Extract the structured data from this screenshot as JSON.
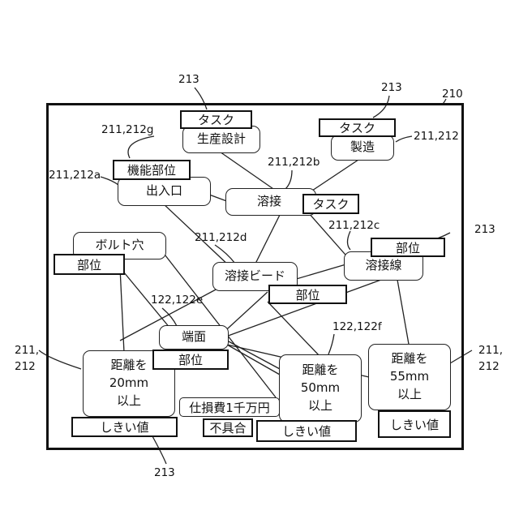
{
  "labels": {
    "fig_ref": "210",
    "ref_213_top_left": "213",
    "ref_213_top_right": "213",
    "ref_213_right": "213",
    "ref_213_bottom": "213",
    "ref_211_212g": "211,212g",
    "ref_211_212_top_right": "211,212",
    "ref_211_212a": "211,212a",
    "ref_211_212b": "211,212b",
    "ref_211_212c": "211,212c",
    "ref_211_212d": "211,212d",
    "ref_122_122e": "122,122e",
    "ref_122_122f": "122,122f",
    "ref_211_212_left": "211,\n212",
    "ref_211_212_right": "211,\n212"
  },
  "nodes": {
    "seisan_sekkei": "生産設計",
    "seizo": "製造",
    "deiriguchi": "出入口",
    "yousetsu": "溶接",
    "boruto_ana": "ボルト穴",
    "yousetsu_bead": "溶接ビード",
    "yousetsu_sen": "溶接線",
    "tanmen": "端面",
    "kyori_20": "距離を\n20mm\n以上",
    "kyori_50": "距離を\n50mm\n以上",
    "kyori_55": "距離を\n55mm\n以上",
    "shisonhi": "仕損費1千万円"
  },
  "tags": {
    "task_1": "タスク",
    "task_2": "タスク",
    "task_3": "タスク",
    "kinou_bui": "機能部位",
    "bui_1": "部位",
    "bui_2": "部位",
    "bui_3": "部位",
    "bui_4": "部位",
    "shikii_1": "しきい値",
    "shikii_2": "しきい値",
    "shikii_3": "しきい値",
    "fuguai": "不具合"
  }
}
